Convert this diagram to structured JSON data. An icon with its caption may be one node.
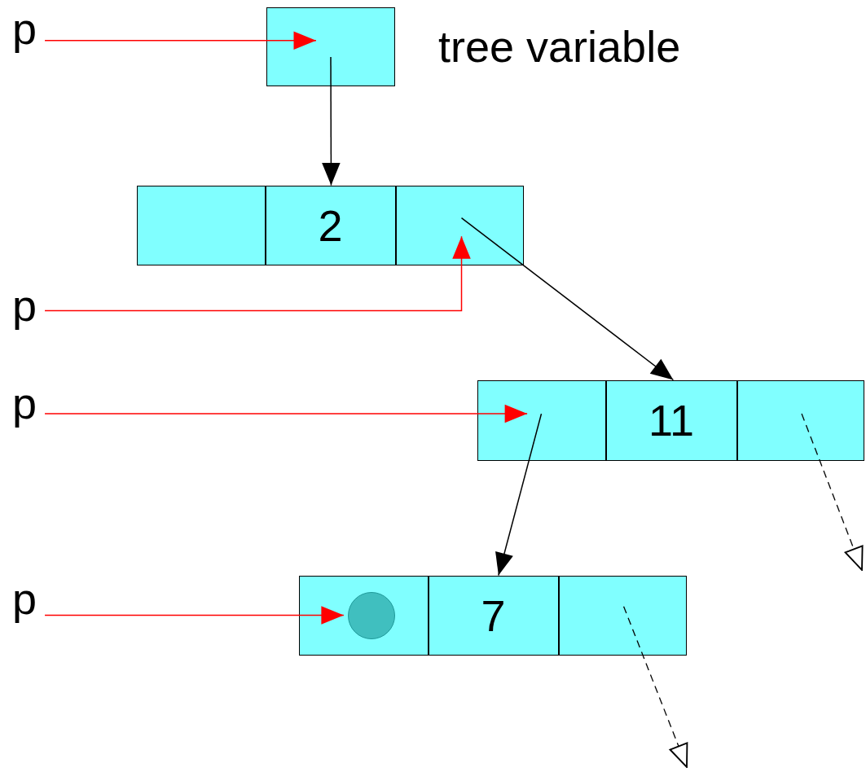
{
  "diagram": {
    "nodes": [
      {
        "text": [
          "p"
        ]
      },
      {
        "text": [],
        "shape": "box",
        "beside": [
          "tree variable"
        ]
      },
      {
        "text": [],
        "shape": "box"
      },
      {
        "text": [],
        "shape": "box",
        "in": 2
      },
      {
        "text": [
          "2"
        ],
        "in": 2
      },
      {
        "text": [],
        "shape": "box",
        "in": 2
      },
      {
        "text": [
          "p"
        ]
      },
      {
        "text": [],
        "shape": "box"
      },
      {
        "text": [],
        "shape": "box",
        "in": 7
      },
      {
        "text": [
          "11"
        ],
        "in": 7
      },
      {
        "text": [],
        "shape": "box",
        "in": 7
      },
      {
        "text": [
          "p"
        ]
      },
      {
        "text": [],
        "shape": "box"
      },
      {
        "text": [],
        "shape": "box",
        "in": 12
      },
      {
        "text": [],
        "shape": "circle",
        "in": 13
      },
      {
        "text": [
          "7"
        ],
        "in": 12
      },
      {
        "text": [],
        "shape": "box",
        "in": 12
      },
      {
        "text": [
          "p"
        ]
      }
    ],
    "edges": [
      {
        "from": 0,
        "to": 1,
        "arrow": "to",
        "color": "#ff0000"
      },
      {
        "from": 1,
        "to": 4,
        "arrow": "to"
      },
      {
        "from": 6,
        "to": 5,
        "arrow": "to",
        "color": "#ff0000"
      },
      {
        "from": 5,
        "to": 9,
        "arrow": "to"
      },
      {
        "from": 11,
        "to": 8,
        "arrow": "to",
        "color": "#ff0000"
      },
      {
        "from": 8,
        "to": 15,
        "arrow": "to"
      },
      {
        "from": 10,
        "to": null,
        "arrow": "to",
        "style": "dashed"
      },
      {
        "from": 17,
        "to": 14,
        "arrow": "to",
        "color": "#ff0000"
      },
      {
        "from": 16,
        "to": null,
        "arrow": "to",
        "style": "dashed"
      }
    ]
  }
}
